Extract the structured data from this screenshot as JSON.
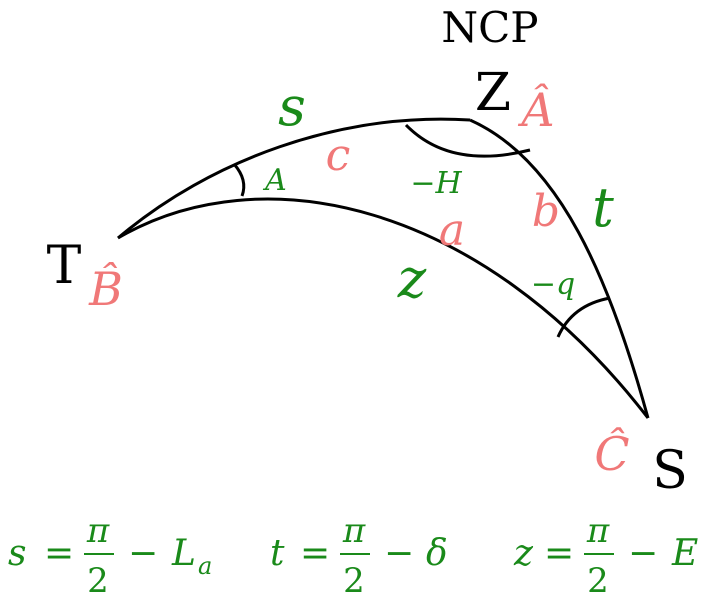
{
  "colors": {
    "black": "#000000",
    "green": "#1a8a1a",
    "pink": "#f07878"
  },
  "vertices": {
    "ncp_label": "NCP",
    "zenith_label": "Z",
    "zenith_angle": "Â",
    "target_label": "T",
    "target_angle": "B̂",
    "star_label": "S",
    "star_angle": "Ĉ"
  },
  "sides": {
    "s": "s",
    "t": "t",
    "z": "z",
    "a": "a",
    "b": "b",
    "c": "c"
  },
  "angles": {
    "A": "A",
    "minus_H": "−H",
    "minus_q": "−q"
  },
  "formulas": [
    {
      "lhs": "s",
      "eq": "=",
      "num": "π",
      "den": "2",
      "minus": "−",
      "term": "L",
      "sub": "a"
    },
    {
      "lhs": "t",
      "eq": "=",
      "num": "π",
      "den": "2",
      "minus": "−",
      "term": "δ",
      "sub": ""
    },
    {
      "lhs": "z",
      "eq": "=",
      "num": "π",
      "den": "2",
      "minus": "−",
      "term": "E",
      "sub": ""
    }
  ]
}
